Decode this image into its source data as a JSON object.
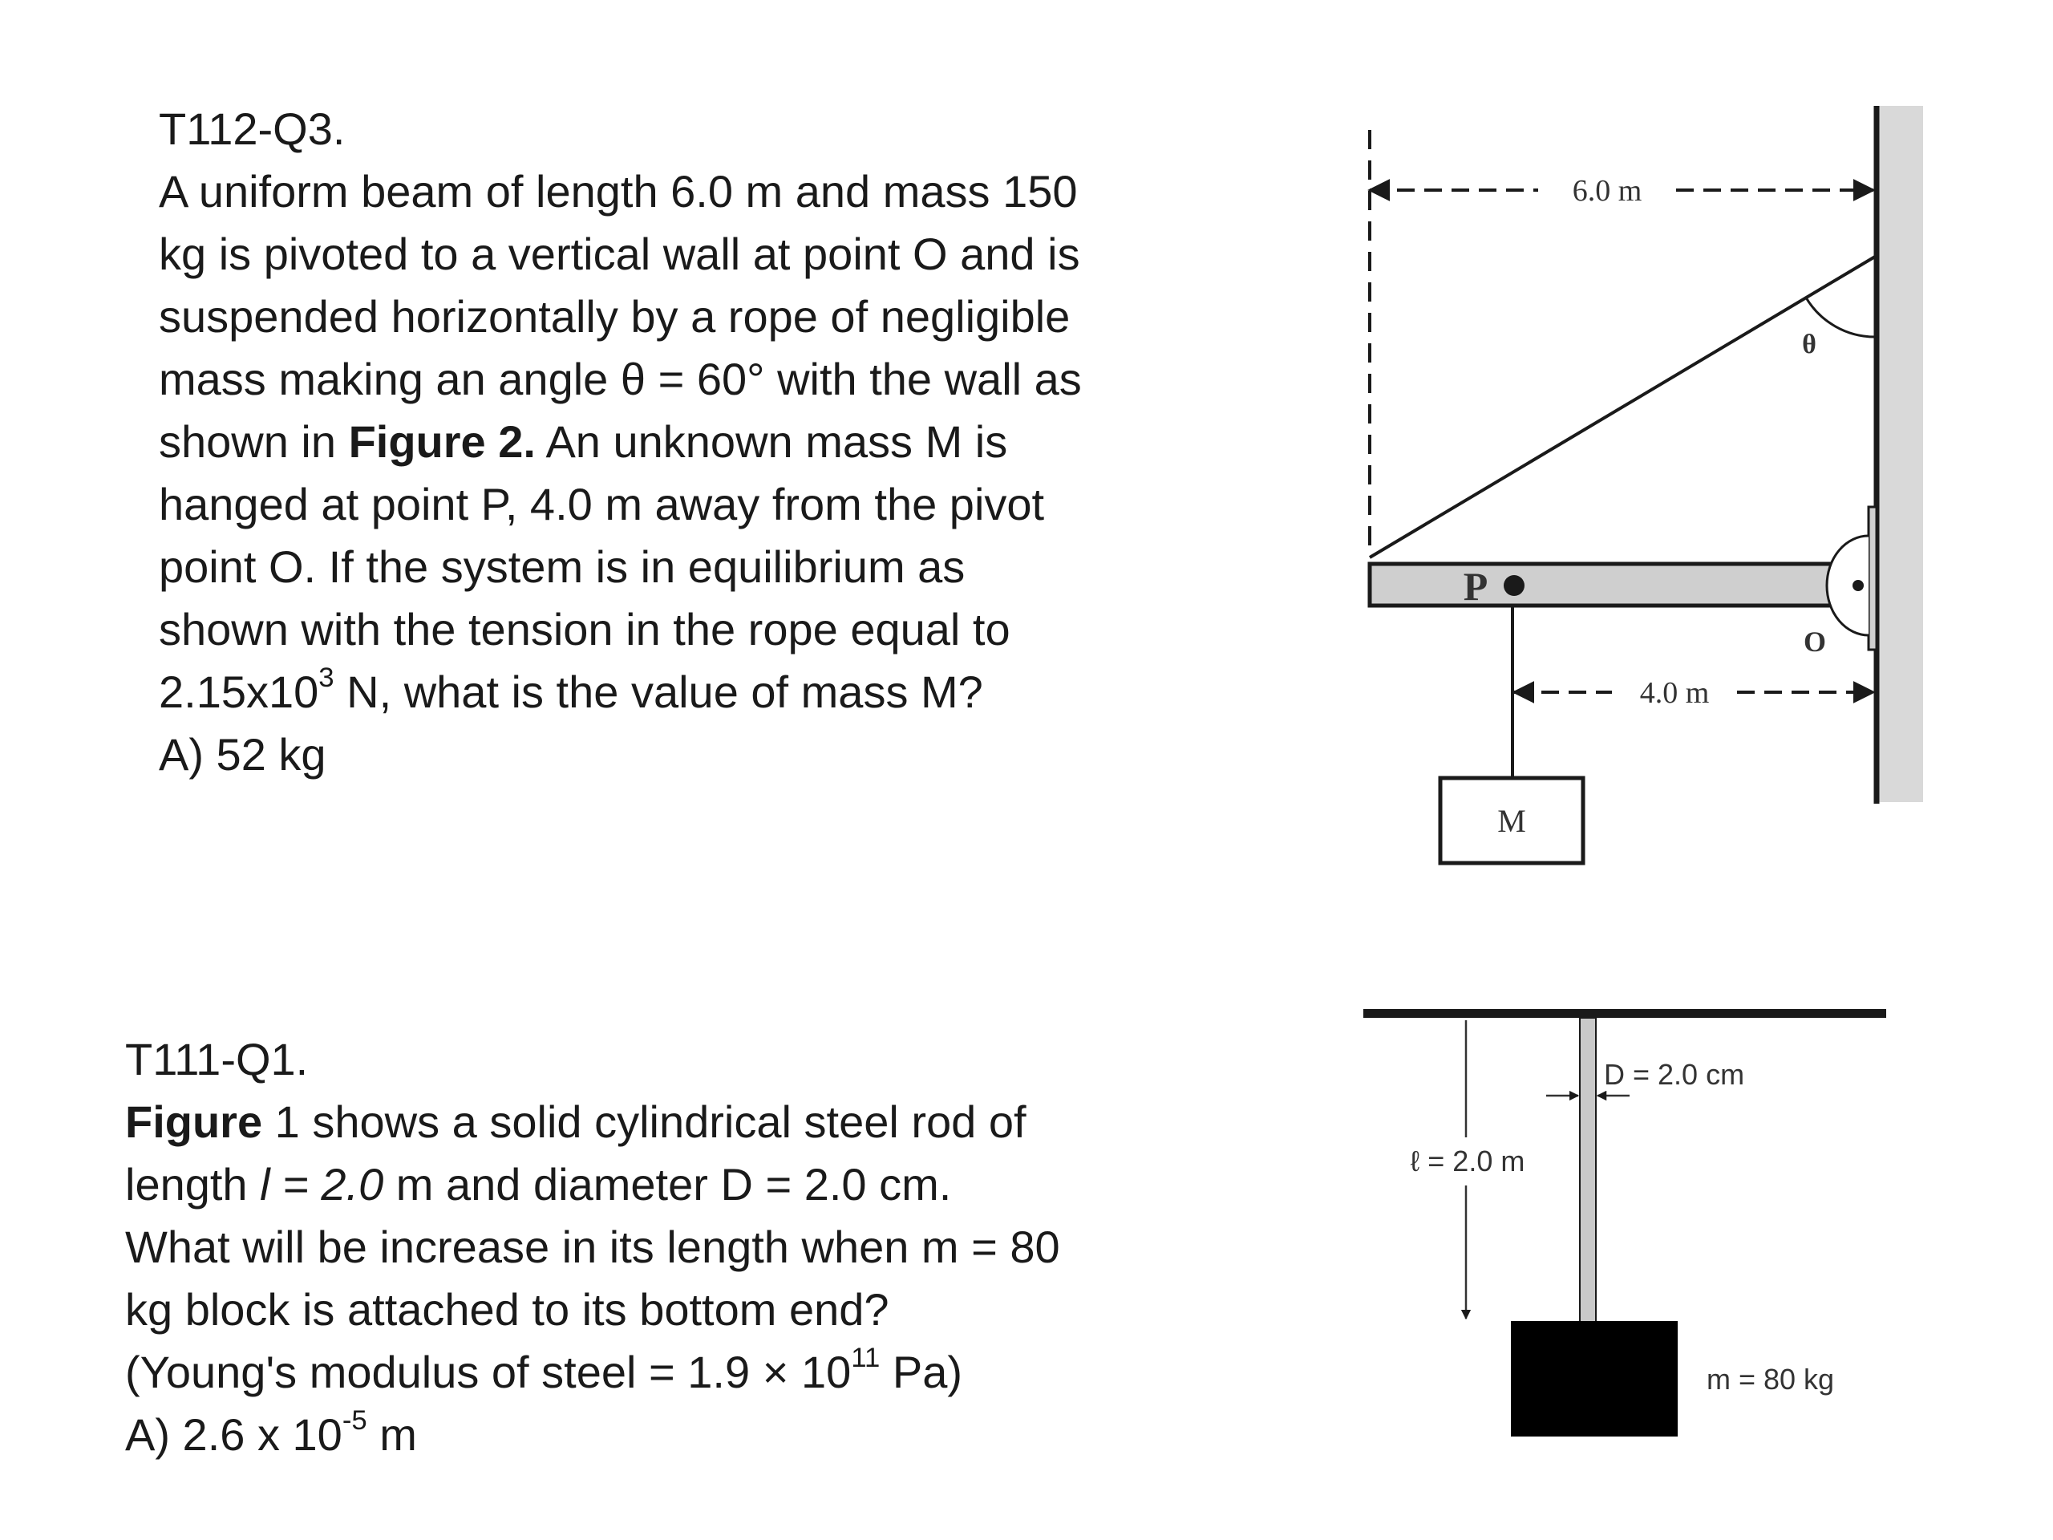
{
  "q1": {
    "id": "T112-Q3.",
    "l1": "A uniform beam of length 6.0 m and mass 150",
    "l2": "kg is pivoted to a vertical wall at point O and is",
    "l3": "suspended horizontally by a rope of negligible",
    "l4": "mass making an angle θ = 60° with the wall as",
    "l5_pre": "shown in ",
    "l5_bold": "Figure 2.",
    "l5_post": " An unknown mass M is",
    "l6": "hanged at point P, 4.0 m away from the pivot",
    "l7": "point O. If the system is in equilibrium as",
    "l8": "shown with the tension in the rope equal to",
    "l9_pre": "2.15x10",
    "l9_sup": "3",
    "l9_post": " N, what is the value of mass M?",
    "answer": "A) 52 kg"
  },
  "q2": {
    "id": "T111-Q1.",
    "l1_bold": "Figure",
    "l1_post": " 1 shows a solid cylindrical steel rod of",
    "l2_pre": "length ",
    "l2_it": "l = 2.0",
    "l2_post": " m and diameter D = 2.0 cm.",
    "l3": "What will be increase in its length when m = 80",
    "l4": "kg block is attached to its bottom end?",
    "l5_pre": "(Young's modulus of steel = 1.9 × 10",
    "l5_sup": "11",
    "l5_post": " Pa)",
    "ans_pre": "A) 2.6 x 10",
    "ans_sup": "-5",
    "ans_post": " m"
  },
  "fig2": {
    "dim_length": "6.0 m",
    "dim_p": "4.0 m",
    "label_theta": "θ",
    "label_p": "P",
    "label_o": "O",
    "label_mass": "M"
  },
  "fig1": {
    "label_d": "D = 2.0 cm",
    "label_l": "ℓ = 2.0 m",
    "label_m": "m = 80 kg"
  }
}
